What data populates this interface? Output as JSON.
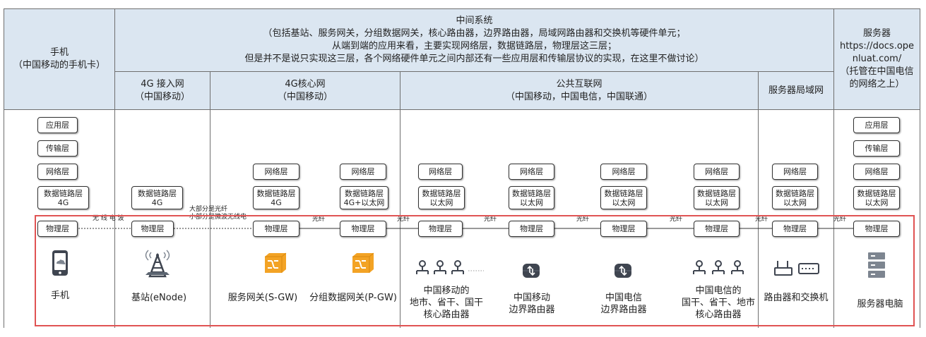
{
  "header": {
    "phone": "手机\n（中国移动的手机卡）",
    "middle": "中间系统\n（包括基站、服务网关，分组数据网关，核心路由器，边界路由器，局域网路由器和交换机等硬件单元；\n从端到端的应用来看，主要实现网络层，数据链路层，物理层这三层；\n但是并不是说只实现这三层，各个网络硬件单元之间内部还有一些应用层和传输层协议的实现，在这里不做讨论）",
    "server": "服务器\nhttps://docs.ope\nnluat.com/\n（托管在中国电信\n的网络之上）",
    "sub": {
      "access": "4G 接入网\n（中国移动）",
      "core": "4G核心网\n（中国移动）",
      "internet": "公共互联网\n（中国移动，中国电信，中国联通）",
      "lan": "服务器局域网"
    }
  },
  "layers": {
    "app": "应用层",
    "transport": "传输层",
    "network": "网络层",
    "datalink_4g": "数据链路层\n4G",
    "datalink_4g_eth": "数据链路层\n4G+以太网",
    "datalink_eth": "数据链路层\n以太网",
    "physical": "物理层"
  },
  "links": {
    "wireless": "无 线 电 波",
    "fiber_mostly": "大部分是光纤\n小部分是微波无线电",
    "fiber": "光纤"
  },
  "devices": {
    "phone": "手机",
    "basestation": "基站(eNode)",
    "sgw": "服务网关(S-GW)",
    "pgw": "分组数据网关(P-GW)",
    "cm_core": "中国移动的\n地市、省干、国干\n核心路由器",
    "cm_edge": "中国移动\n边界路由器",
    "ct_edge": "中国电信\n边界路由器",
    "ct_core": "中国电信的\n国干、省干、地市\n核心路由器",
    "lan_router": "路由器和交换机",
    "server_pc": "服务器电脑"
  },
  "icons": [
    "phone-icon",
    "cell-tower-icon",
    "gateway-icon",
    "gateway-icon",
    "router-group-icon",
    "border-router-icon",
    "border-router-icon",
    "router-group-icon",
    "lan-router-icon",
    "server-icon"
  ],
  "colors": {
    "header_bg": "#dbe6f1",
    "highlight": "#e05353",
    "gateway": "#f5a623",
    "icon_dark": "#3f4550"
  }
}
